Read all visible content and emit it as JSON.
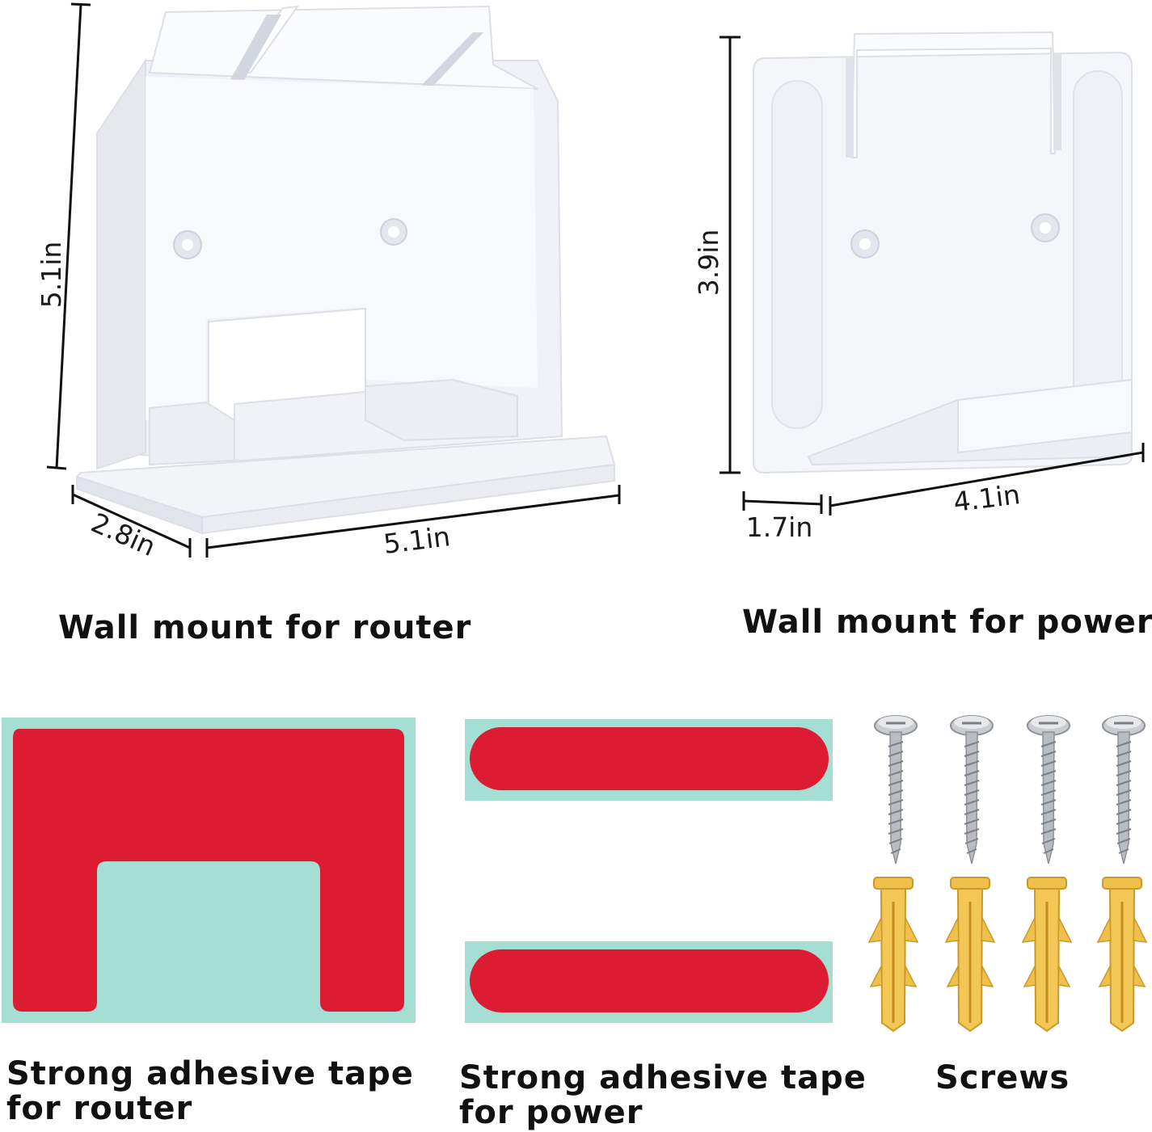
{
  "colors": {
    "tape_red": "#dc1c33",
    "tape_backing": "#a5dfd4",
    "plastic_white": "#f6f7fb",
    "plastic_shadow": "#dde0e8",
    "anchor_yellow": "#efc04a",
    "screw_steel": "#b9bcc0",
    "text": "#111111"
  },
  "router_mount": {
    "caption": "Wall mount for router",
    "dim_height": "5.1in",
    "dim_depth": "2.8in",
    "dim_width": "5.1in"
  },
  "power_mount": {
    "caption": "Wall mount for power",
    "dim_height": "3.9in",
    "dim_depth": "1.7in",
    "dim_width": "4.1in"
  },
  "router_tape": {
    "caption_line1": "Strong adhesive tape",
    "caption_line2": "for router"
  },
  "power_tape": {
    "caption_line1": "Strong adhesive tape",
    "caption_line2": "for power"
  },
  "screws": {
    "caption": "Screws",
    "count": 4
  }
}
